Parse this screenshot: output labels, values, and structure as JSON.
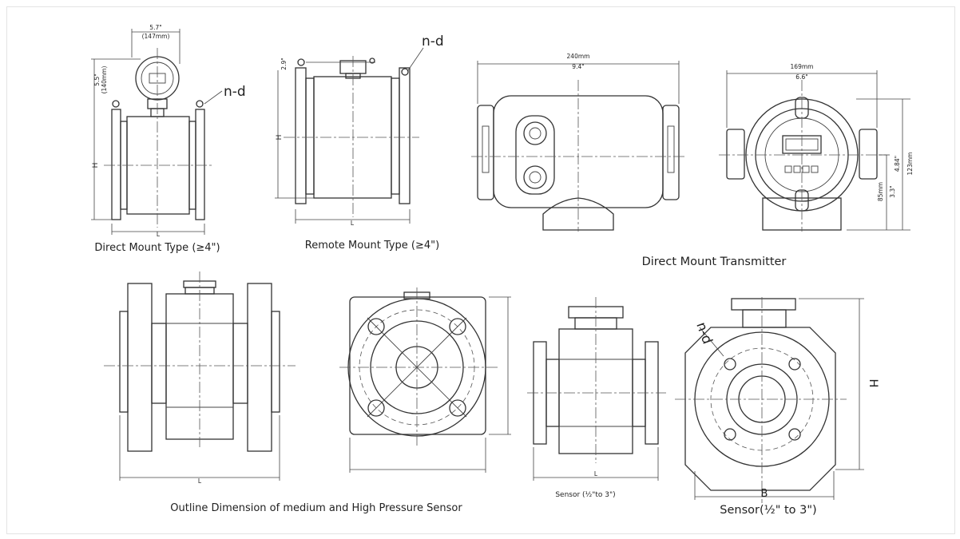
{
  "captions": {
    "direct_mount": "Direct Mount Type (≥4\")",
    "remote_mount": "Remote Mount Type (≥4\")",
    "transmitter": "Direct Mount Transmitter",
    "outline": "Outline Dimension of medium and High Pressure Sensor",
    "sensor_small": "Sensor (½\"to 3\")",
    "sensor_large": "Sensor(½\" to 3\")"
  },
  "labels": {
    "nd": "n-d",
    "L": "L",
    "H": "H",
    "B": "B",
    "width_in": "5.7\"",
    "width_mm": "(147mm)",
    "height_in": "5.5\"",
    "height_mm": "(140mm)",
    "dim_2_9": "2.9\"",
    "tx_width_mm": "240mm",
    "tx_width_in": "9.4\"",
    "tx_face_mm": "169mm",
    "tx_face_in": "6.6\"",
    "tx_h1_in": "4.84\"",
    "tx_h1_mm": "123mm",
    "tx_h2_mm": "85mm",
    "tx_h2_in": "3.3\""
  }
}
